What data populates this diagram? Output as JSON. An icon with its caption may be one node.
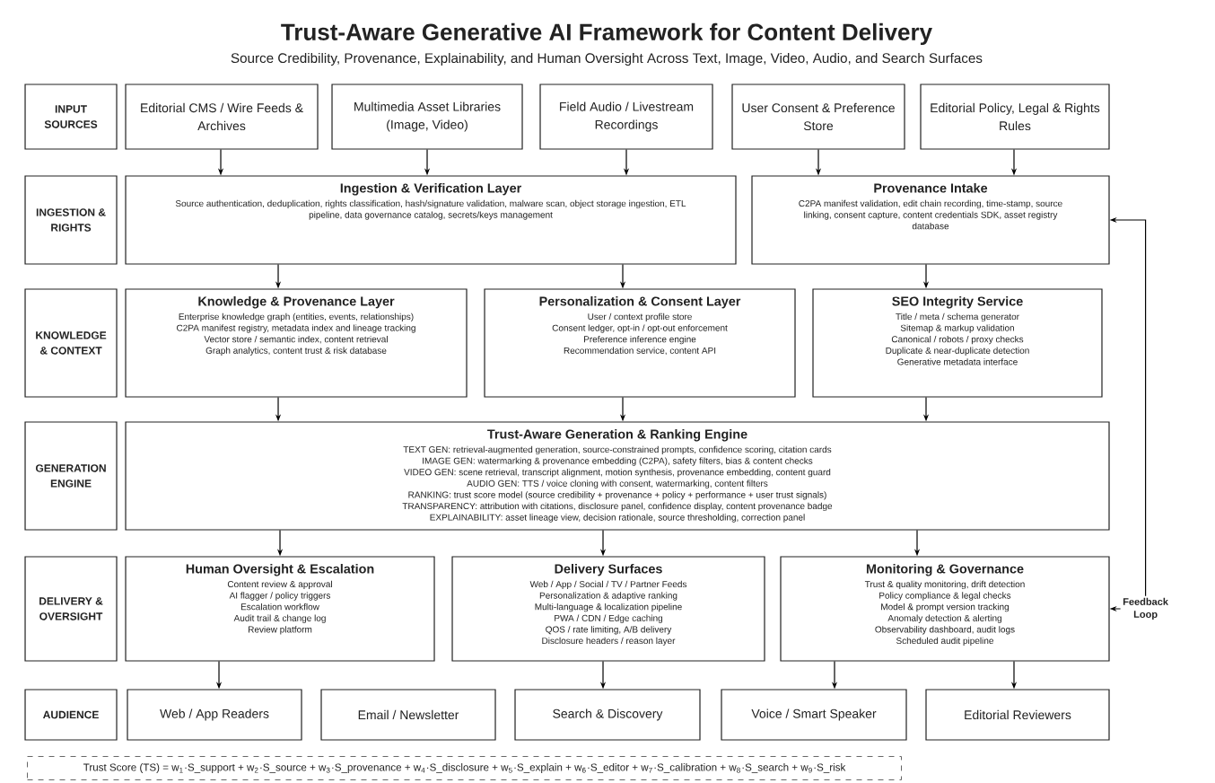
{
  "diagram": {
    "title": "Trust-Aware Generative AI Framework for Content Delivery",
    "caption": "Source Credibility, Provenance, Explainability, and Human Oversight Across Text, Image, Video, Audio, and Search Surfaces",
    "nodes": [
      {
        "text": [
          "INPUT SOURCES"
        ]
      },
      {
        "text": [
          "Editorial CMS / Wire Feeds & Archives"
        ]
      },
      {
        "text": [
          "Multimedia Asset Libraries (Image, Video)"
        ]
      },
      {
        "text": [
          "Field Audio / Livestream Recordings"
        ]
      },
      {
        "text": [
          "User Consent & Preference Store"
        ]
      },
      {
        "text": [
          "Editorial Policy, Legal & Rights Rules"
        ]
      },
      {
        "text": [
          "INGESTION & RIGHTS"
        ]
      },
      {
        "text": [
          "Ingestion & Verification Layer",
          "Source authentication, deduplication, rights classification, hash/signature validation, malware scan, object storage ingestion, ETL pipeline, data governance catalog, secrets/keys management"
        ]
      },
      {
        "text": [
          "Provenance Intake",
          "C2PA manifest validation, edit chain recording, time-stamp, source linking, consent capture, content credentials SDK, asset registry database"
        ]
      },
      {
        "text": [
          "KNOWLEDGE & CONTEXT"
        ]
      },
      {
        "text": [
          "Knowledge & Provenance Layer",
          "Enterprise knowledge graph (entities, events, relationships)",
          "C2PA manifest registry, metadata index and lineage tracking",
          "Vector store / semantic index, content retrieval",
          "Graph analytics, content trust & risk database"
        ]
      },
      {
        "text": [
          "Personalization & Consent Layer",
          "User / context profile store",
          "Consent ledger, opt-in / opt-out enforcement",
          "Preference inference engine",
          "Recommendation service, content API"
        ]
      },
      {
        "text": [
          "SEO Integrity Service",
          "Title / meta / schema generator",
          "Sitemap & markup validation",
          "Canonical / robots / proxy checks",
          "Duplicate & near-duplicate detection",
          "Generative metadata interface"
        ]
      },
      {
        "text": [
          "GENERATION ENGINE"
        ]
      },
      {
        "text": [
          "Trust-Aware Generation & Ranking Engine",
          "TEXT GEN: retrieval-augmented generation, source-constrained prompts, confidence scoring, citation cards",
          "IMAGE GEN: watermarking & provenance embedding (C2PA), safety filters, bias & content checks",
          "VIDEO GEN: scene retrieval, transcript alignment, motion synthesis, provenance embedding, content guard",
          "AUDIO GEN: TTS / voice cloning with consent, watermarking, content filters",
          "RANKING: trust score model (source credibility + provenance + policy + performance + user trust signals)",
          "TRANSPARENCY: attribution with citations, disclosure panel, confidence display, content provenance badge",
          "EXPLAINABILITY: asset lineage view, decision rationale, source thresholding, correction panel"
        ]
      },
      {
        "text": [
          "DELIVERY & OVERSIGHT"
        ]
      },
      {
        "text": [
          "Human Oversight & Escalation",
          "Content review & approval",
          "AI flagger / policy triggers",
          "Escalation workflow",
          "Audit trail & change log",
          "Review platform"
        ]
      },
      {
        "text": [
          "Delivery Surfaces",
          "Web / App / Social / TV / Partner Feeds",
          "Personalization & adaptive ranking",
          "Multi-language & localization pipeline",
          "PWA / CDN / Edge caching",
          "QOS / rate limiting, A/B delivery",
          "Disclosure headers / reason layer"
        ]
      },
      {
        "text": [
          "Monitoring & Governance",
          "Trust & quality monitoring, drift detection",
          "Policy compliance & legal checks",
          "Model & prompt version tracking",
          "Anomaly detection & alerting",
          "Observability dashboard, audit logs",
          "Scheduled audit pipeline"
        ]
      },
      {
        "text": [
          "AUDIENCE"
        ]
      },
      {
        "text": [
          "Web / App Readers"
        ]
      },
      {
        "text": [
          "Email / Newsletter"
        ]
      },
      {
        "text": [
          "Search & Discovery"
        ]
      },
      {
        "text": [
          "Voice / Smart Speaker"
        ]
      },
      {
        "text": [
          "Editorial Reviewers"
        ]
      }
    ],
    "edges": [
      {
        "from": 1,
        "to": 7,
        "arrow": "to"
      },
      {
        "from": 2,
        "to": 7,
        "arrow": "to"
      },
      {
        "from": 3,
        "to": 7,
        "arrow": "to"
      },
      {
        "from": 4,
        "to": 8,
        "arrow": "to"
      },
      {
        "from": 5,
        "to": 8,
        "arrow": "to"
      },
      {
        "from": 7,
        "to": 10,
        "arrow": "to"
      },
      {
        "from": 7,
        "to": 11,
        "arrow": "to"
      },
      {
        "from": 8,
        "to": 12,
        "arrow": "to"
      },
      {
        "from": 10,
        "to": 14,
        "arrow": "to"
      },
      {
        "from": 11,
        "to": 14,
        "arrow": "to"
      },
      {
        "from": 12,
        "to": 14,
        "arrow": "to"
      },
      {
        "from": 14,
        "to": 16,
        "arrow": "to"
      },
      {
        "from": 14,
        "to": 17,
        "arrow": "to"
      },
      {
        "from": 14,
        "to": 18,
        "arrow": "to"
      },
      {
        "from": 16,
        "to": 20,
        "arrow": "to"
      },
      {
        "from": 17,
        "to": 22,
        "arrow": "to"
      },
      {
        "from": 18,
        "to": 23,
        "arrow": "to"
      },
      {
        "from": 18,
        "to": 24,
        "arrow": "to"
      },
      {
        "from": 18,
        "to": 8,
        "arrow": "both",
        "label": "Feedback Loop"
      }
    ],
    "labels": [
      "Trust Score (TS) = w$_{1}$·S_support + w$_{2}$·S_source + w$_{3}$·S_provenance + w$_{4}$·S_disclosure + w$_{5}$·S_explain + w$_{6}$·S_editor + w$_{7}$·S_calibration + w$_{8}$·S_search + w$_{9}$·S_risk"
    ]
  }
}
